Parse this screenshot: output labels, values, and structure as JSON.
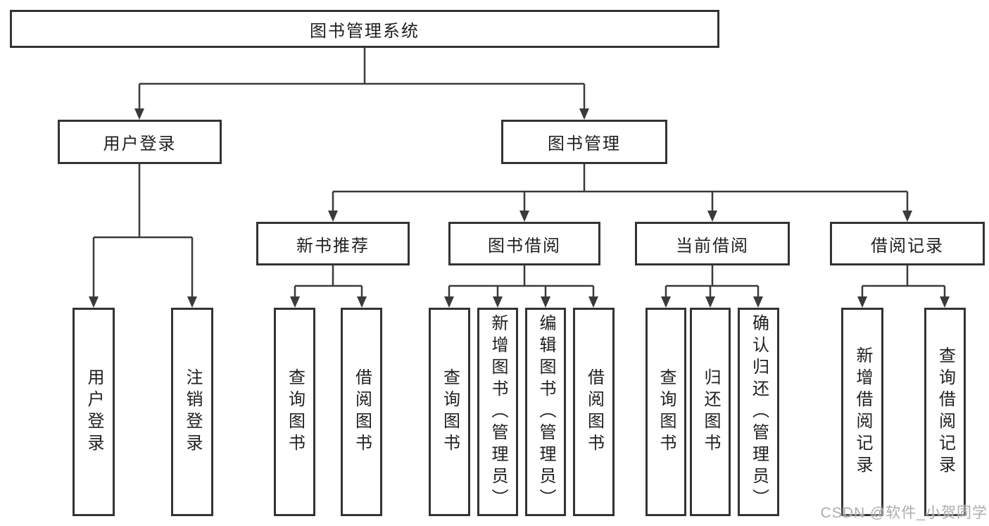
{
  "diagram": {
    "root": {
      "label": "图书管理系统"
    },
    "branches": [
      {
        "label": "用户登录",
        "children": [
          {
            "label": "用户登录"
          },
          {
            "label": "注销登录"
          }
        ]
      },
      {
        "label": "图书管理",
        "children": [
          {
            "label": "新书推荐",
            "children": [
              {
                "label": "查询图书"
              },
              {
                "label": "借阅图书"
              }
            ]
          },
          {
            "label": "图书借阅",
            "children": [
              {
                "label": "查询图书"
              },
              {
                "label": "新增图书（管理员）"
              },
              {
                "label": "编辑图书（管理员）"
              },
              {
                "label": "借阅图书"
              }
            ]
          },
          {
            "label": "当前借阅",
            "children": [
              {
                "label": "查询图书"
              },
              {
                "label": "归还图书"
              },
              {
                "label": "确认归还（管理员）"
              }
            ]
          },
          {
            "label": "借阅记录",
            "children": [
              {
                "label": "新增借阅记录"
              },
              {
                "label": "查询借阅记录"
              }
            ]
          }
        ]
      }
    ]
  },
  "colors": {
    "line": "#3a3a3a",
    "box_border": "#333333",
    "text": "#1f1f1f",
    "watermark_text": "#a8a8a8"
  },
  "watermark": {
    "text": "CSDN @软件_小贺同学"
  }
}
